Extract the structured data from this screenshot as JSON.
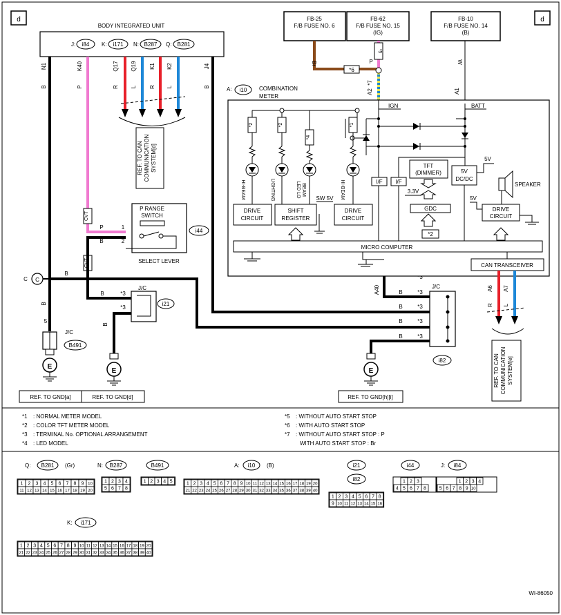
{
  "page": {
    "corner_mark": "d",
    "figure_id": "WI-86050"
  },
  "fuses": [
    {
      "code": "FB-25",
      "name": "F/B FUSE NO. 6"
    },
    {
      "code": "FB-62",
      "name": "F/B FUSE NO. 15",
      "suffix": "(IG)"
    },
    {
      "code": "FB-10",
      "name": "F/B FUSE NO. 14",
      "suffix": "(B)"
    }
  ],
  "body_unit": {
    "title": "BODY INTEGRATED UNIT",
    "connectors": [
      {
        "letter": "J:",
        "id": "i84"
      },
      {
        "letter": "K:",
        "id": "i171"
      },
      {
        "letter": "N:",
        "id": "B287"
      },
      {
        "letter": "Q:",
        "id": "B281"
      }
    ],
    "pins": [
      "N1",
      "K40",
      "Q17",
      "Q19",
      "K1",
      "K2",
      "J4"
    ],
    "wire_colors": [
      "B",
      "P",
      "R",
      "L",
      "R",
      "L",
      "B"
    ]
  },
  "combination_meter": {
    "label_prefix": "A:",
    "connector": "i10",
    "title": [
      "COMBINATION",
      "METER"
    ],
    "ign": "IGN",
    "batt": "BATT",
    "leds": [
      "HI-BEAM",
      "LIGHTING",
      "LED LO",
      "BEAM",
      "HI-BEAM"
    ],
    "led_marks": [
      "*2",
      "*2",
      "*4",
      "*1"
    ],
    "blocks": {
      "drive_circuit": [
        "DRIVE",
        "CIRCUIT"
      ],
      "shift_register": [
        "SHIFT",
        "REGISTER"
      ],
      "sw5v": "SW 5V",
      "if": "I/F",
      "tft": [
        "TFT",
        "(DIMMER)"
      ],
      "v33": "3.3V",
      "gdc": "GDC",
      "dcdc": [
        "5V",
        "DC/DC"
      ],
      "v5": "5V",
      "speaker": "SPEAKER",
      "micro": "MICRO COMPUTER",
      "can": "CAN TRANSCEIVER",
      "tft_mark": "*2"
    },
    "pins": [
      "A2",
      "A1",
      "A40",
      "A6",
      "A7"
    ],
    "mark_a2": "*7"
  },
  "fuse_wires": {
    "br": "Br",
    "p": "P",
    "w": "W",
    "mark5": "*5",
    "mark6": "*6"
  },
  "p_range": {
    "title": [
      "P RANGE",
      "SWITCH"
    ],
    "connector": "i44",
    "pins": [
      "1",
      "2"
    ],
    "colors": [
      "P",
      "B"
    ],
    "cvt": "CVT",
    "lever": "SELECT LEVER"
  },
  "jc_mid": {
    "title": "J/C",
    "connector": "i21",
    "marks": [
      "*3",
      "*3"
    ],
    "color": "B"
  },
  "jc_right": {
    "title": "J/C",
    "connector": "i82",
    "marks": [
      "*3",
      "*3",
      "*3",
      "*3",
      "*3"
    ],
    "colors": [
      "B",
      "B",
      "B",
      "B",
      "B"
    ],
    "in_pin": "A40"
  },
  "jc_left": {
    "title": "J/C",
    "connector": "B491",
    "pin": "5",
    "color": "B"
  },
  "c_point": "C",
  "ground_e": "E",
  "refs": {
    "can_left": [
      "REF. TO CAN",
      "COMMUNICATION",
      "SYSTEM[d]"
    ],
    "can_right": [
      "REF. TO CAN",
      "COMMUNICATION",
      "SYSTEM[e]"
    ],
    "gnd_a": "REF. TO GND[a]",
    "gnd_d": "REF. TO GND[d]",
    "gnd_h": "REF. TO GND[h][i]"
  },
  "notes": [
    {
      "mark": "*1",
      "text": ": NORMAL METER MODEL"
    },
    {
      "mark": "*2",
      "text": ": COLOR TFT METER MODEL"
    },
    {
      "mark": "*3",
      "text": ": TERMINAL No. OPTIONAL ARRANGEMENT"
    },
    {
      "mark": "*4",
      "text": ": LED MODEL"
    },
    {
      "mark": "*5",
      "text": ": WITHOUT AUTO START STOP"
    },
    {
      "mark": "*6",
      "text": ": WITH AUTO START STOP"
    },
    {
      "mark": "*7",
      "text": ": WITHOUT AUTO START STOP  : P"
    },
    {
      "mark": "",
      "text": "WITH AUTO START STOP  : Br"
    }
  ],
  "connector_views": {
    "q": {
      "label": "Q:",
      "id": "B281",
      "color": "(Gr)",
      "rows": [
        [
          "1",
          "2",
          "3",
          "4",
          "5",
          "6",
          "7",
          "8",
          "9",
          "10"
        ],
        [
          "11",
          "12",
          "13",
          "14",
          "15",
          "16",
          "17",
          "18",
          "19",
          "20"
        ]
      ]
    },
    "n": {
      "label": "N:",
      "id": "B287",
      "rows": [
        [
          "1",
          "2",
          "3",
          "4"
        ],
        [
          "5",
          "6",
          "7",
          "8"
        ]
      ]
    },
    "b491": {
      "id": "B491",
      "rows": [
        [
          "1",
          "2",
          "3",
          "4",
          "5"
        ]
      ]
    },
    "a": {
      "label": "A:",
      "id": "i10",
      "color": "(B)",
      "rows": [
        [
          "1",
          "2",
          "3",
          "4",
          "5",
          "6",
          "7",
          "8",
          "9",
          "10",
          "11",
          "12",
          "13",
          "14",
          "15",
          "16",
          "17",
          "18",
          "19",
          "20"
        ],
        [
          "21",
          "22",
          "23",
          "24",
          "25",
          "26",
          "27",
          "28",
          "29",
          "30",
          "31",
          "32",
          "33",
          "34",
          "35",
          "36",
          "37",
          "38",
          "39",
          "40"
        ]
      ]
    },
    "i21": {
      "ids": [
        "i21",
        "i82"
      ],
      "rows": [
        [
          "1",
          "2",
          "3",
          "4",
          "5",
          "6",
          "7",
          "8"
        ],
        [
          "9",
          "10",
          "11",
          "12",
          "13",
          "14",
          "15",
          "16"
        ]
      ]
    },
    "i44": {
      "id": "i44",
      "rows": [
        [
          "1",
          "2",
          "3"
        ],
        [
          "4",
          "5",
          "6",
          "7",
          "8"
        ]
      ]
    },
    "j": {
      "label": "J:",
      "id": "i84",
      "rows": [
        [
          "1",
          "2",
          "3",
          "4"
        ],
        [
          "5",
          "6",
          "7",
          "8",
          "9",
          "10"
        ]
      ]
    },
    "k": {
      "label": "K:",
      "id": "i171",
      "rows": [
        [
          "1",
          "2",
          "3",
          "4",
          "5",
          "6",
          "7",
          "8",
          "9",
          "10",
          "11",
          "12",
          "13",
          "14",
          "15",
          "16",
          "17",
          "18",
          "19",
          "20"
        ],
        [
          "21",
          "22",
          "23",
          "24",
          "25",
          "26",
          "27",
          "28",
          "29",
          "30",
          "31",
          "32",
          "33",
          "34",
          "35",
          "36",
          "37",
          "38",
          "39",
          "40"
        ]
      ]
    }
  },
  "colors": {
    "red": "#e8202a",
    "blue": "#1e88d8",
    "pink": "#f07ad0",
    "brown": "#8a4a1a",
    "yellow": "#f2e64a",
    "black": "#000000"
  }
}
